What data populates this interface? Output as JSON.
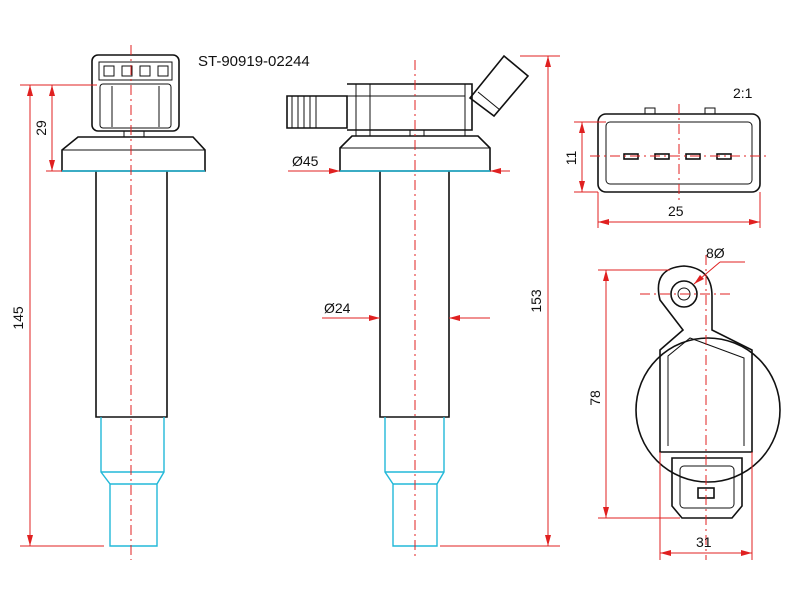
{
  "title": "ST-90919-02244",
  "scale": "2:1",
  "dimensions": {
    "d145": "145",
    "d29": "29",
    "d45": "Ø45",
    "d24": "Ø24",
    "d153": "153",
    "d11": "11",
    "d25": "25",
    "d8": "8Ø",
    "d78": "78",
    "d31": "31"
  },
  "colors": {
    "outline": "#111111",
    "dimension": "#e02020",
    "boot": "#22b8d8"
  }
}
